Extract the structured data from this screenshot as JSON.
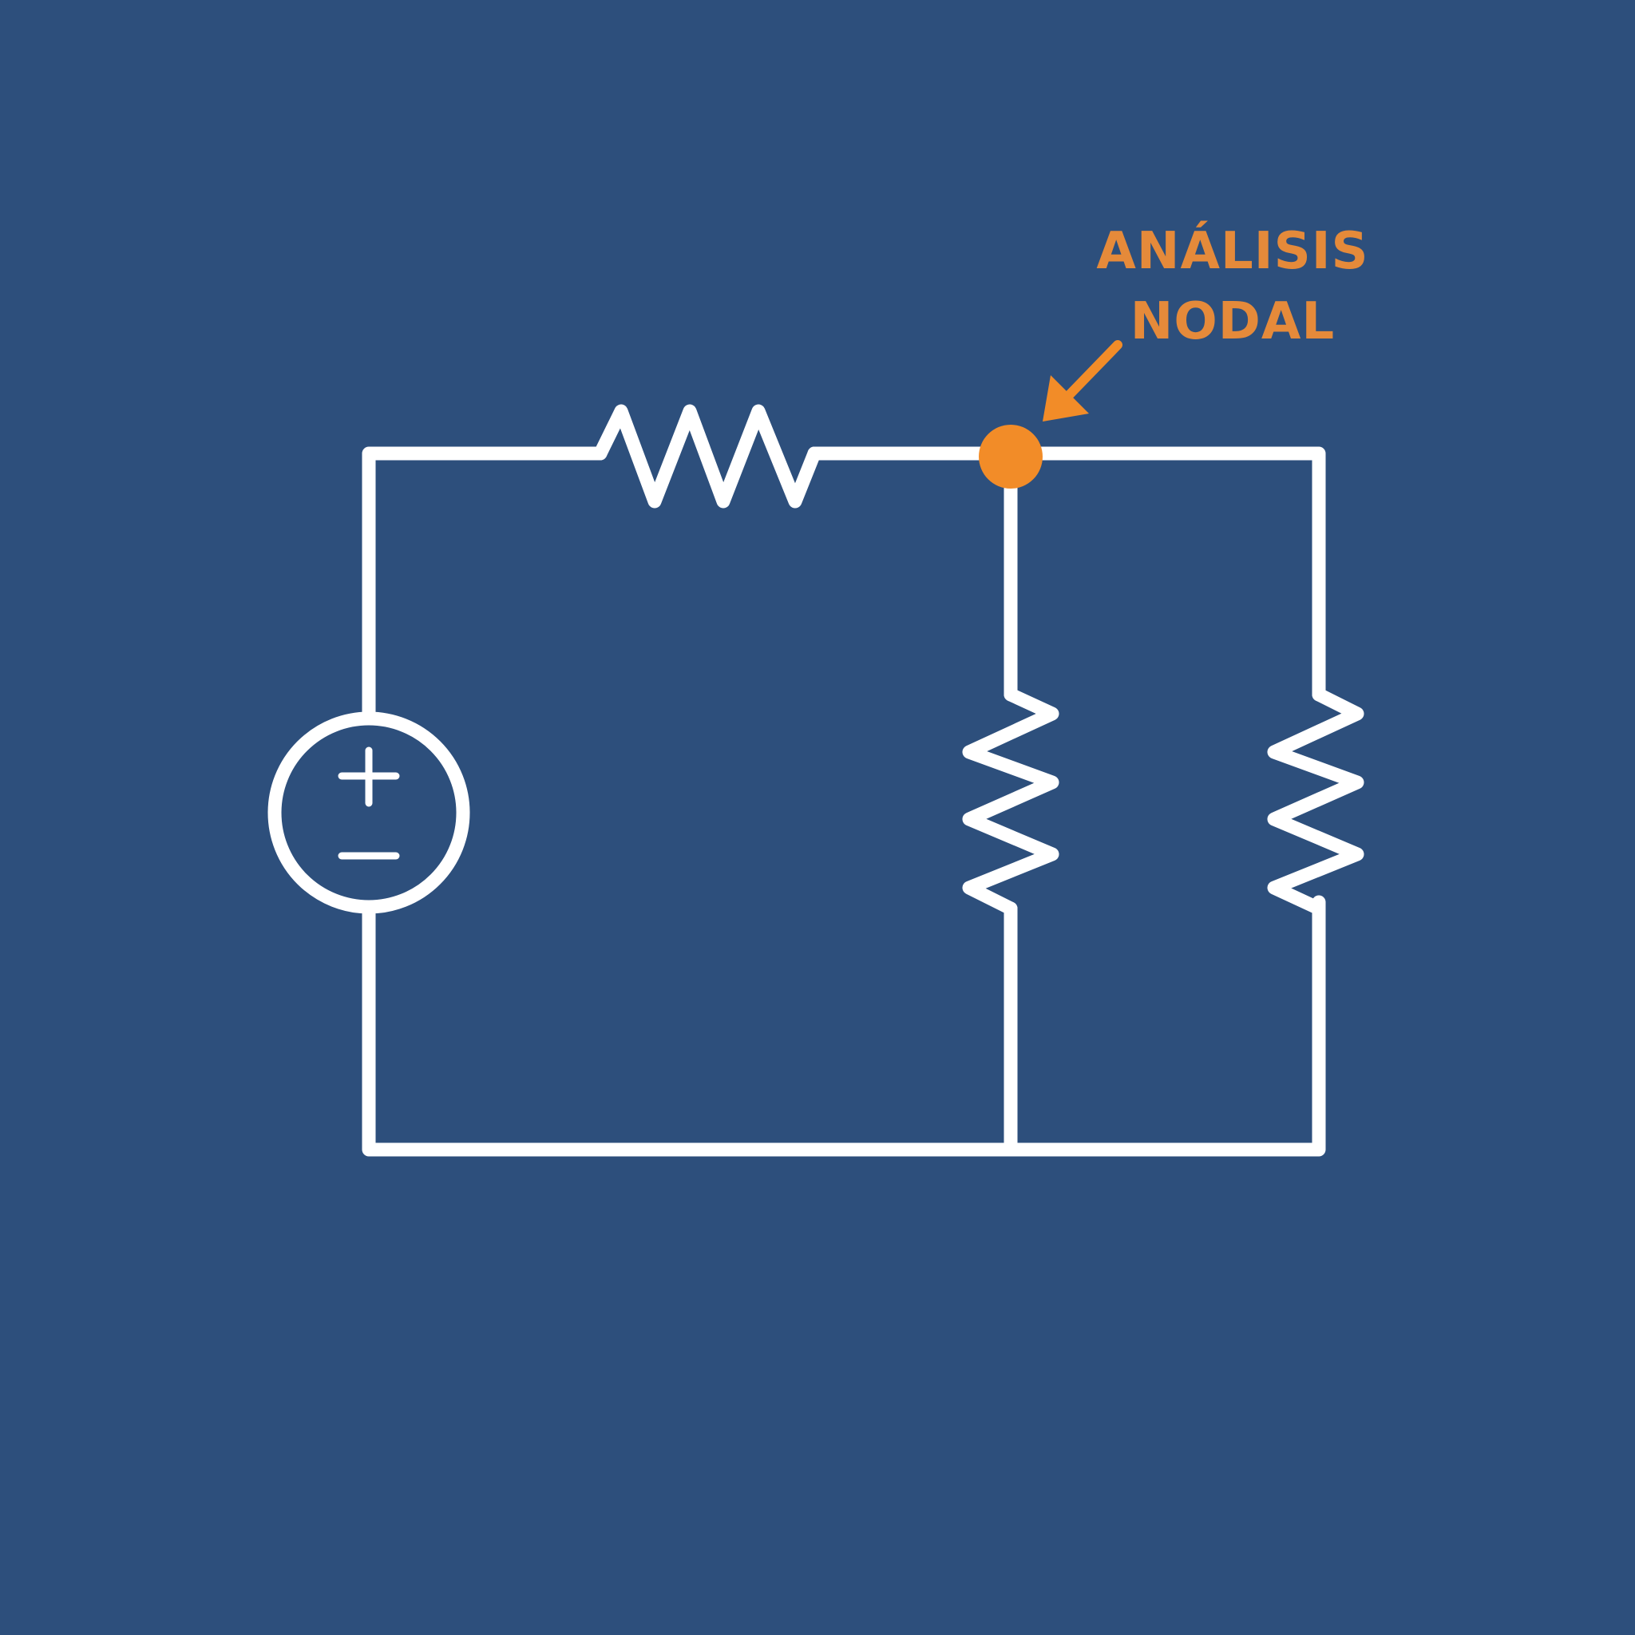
{
  "annotation": {
    "lines": [
      "ANÁLISIS",
      "NODAL"
    ],
    "color": "#e58a3a"
  },
  "colors": {
    "background": "#2d4f7c",
    "wire": "#ffffff",
    "node_highlight": "#f28c28",
    "arrow": "#f28c28"
  },
  "components": {
    "voltage_source": {
      "type": "dc-voltage-source",
      "positive_sign": "+",
      "negative_sign": "−"
    },
    "resistors": [
      {
        "id": "r-series-top"
      },
      {
        "id": "r-shunt-middle"
      },
      {
        "id": "r-shunt-right"
      }
    ],
    "highlighted_node": {
      "id": "top-junction-node"
    }
  }
}
